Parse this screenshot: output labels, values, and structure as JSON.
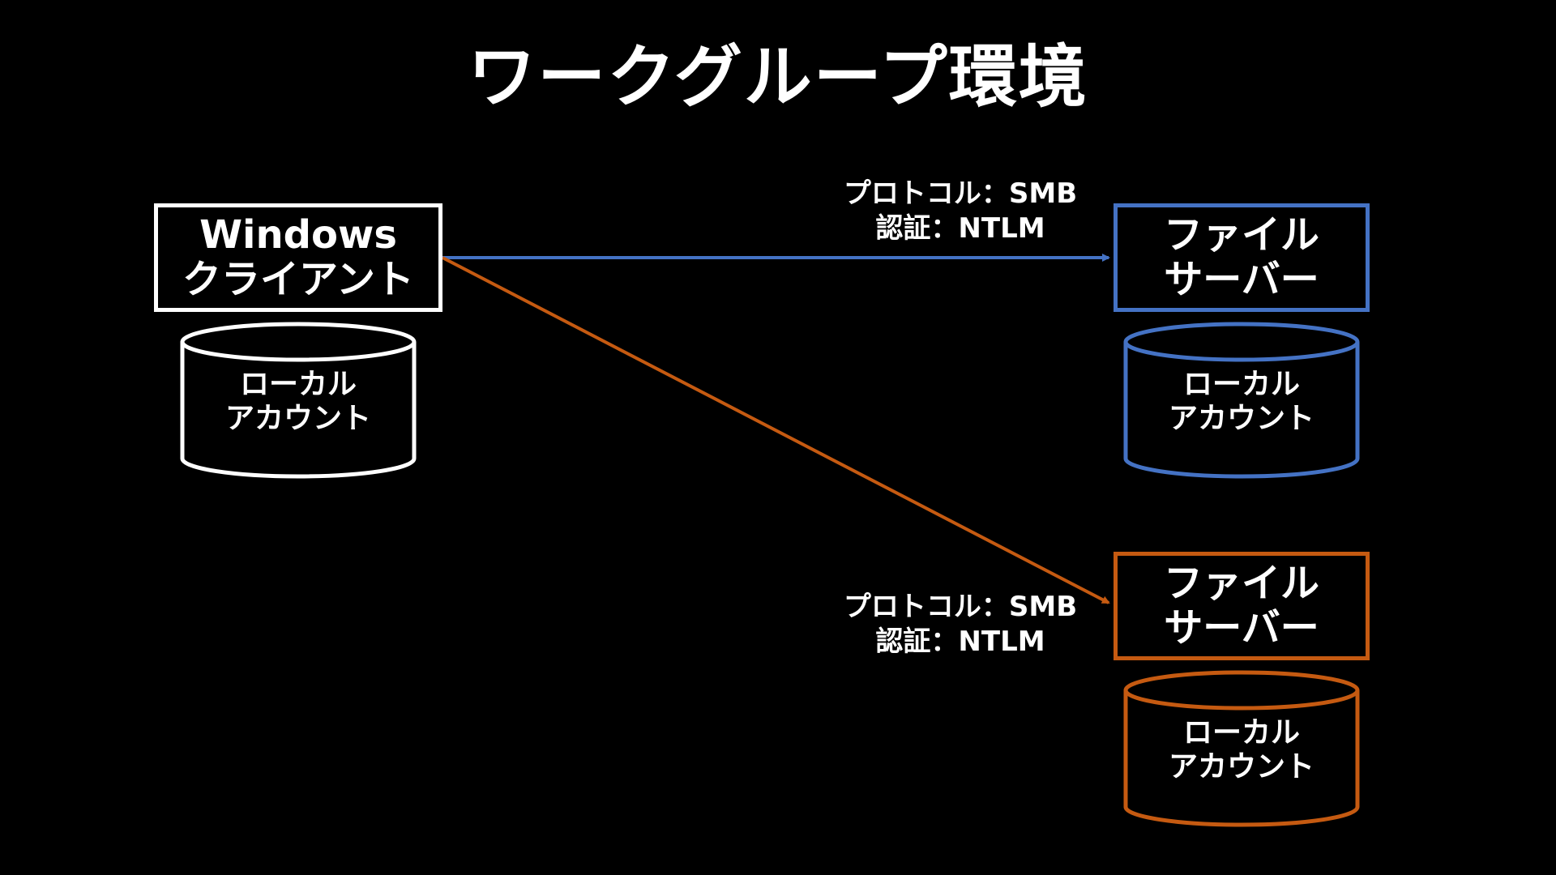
{
  "title": "ワークグループ環境",
  "colors": {
    "background": "#000000",
    "client": "#ffffff",
    "blue": "#4472c4",
    "orange": "#c55a11"
  },
  "client": {
    "line1": "Windows",
    "line2": "クライアント",
    "db_line1": "ローカル",
    "db_line2": "アカウント"
  },
  "server_blue": {
    "line1": "ファイル",
    "line2": "サーバー",
    "db_line1": "ローカル",
    "db_line2": "アカウント"
  },
  "server_orange": {
    "line1": "ファイル",
    "line2": "サーバー",
    "db_line1": "ローカル",
    "db_line2": "アカウント"
  },
  "edges": [
    {
      "protocol": "プロトコル：SMB",
      "auth": "認証：NTLM",
      "color": "blue"
    },
    {
      "protocol": "プロトコル：SMB",
      "auth": "認証：NTLM",
      "color": "orange"
    }
  ]
}
